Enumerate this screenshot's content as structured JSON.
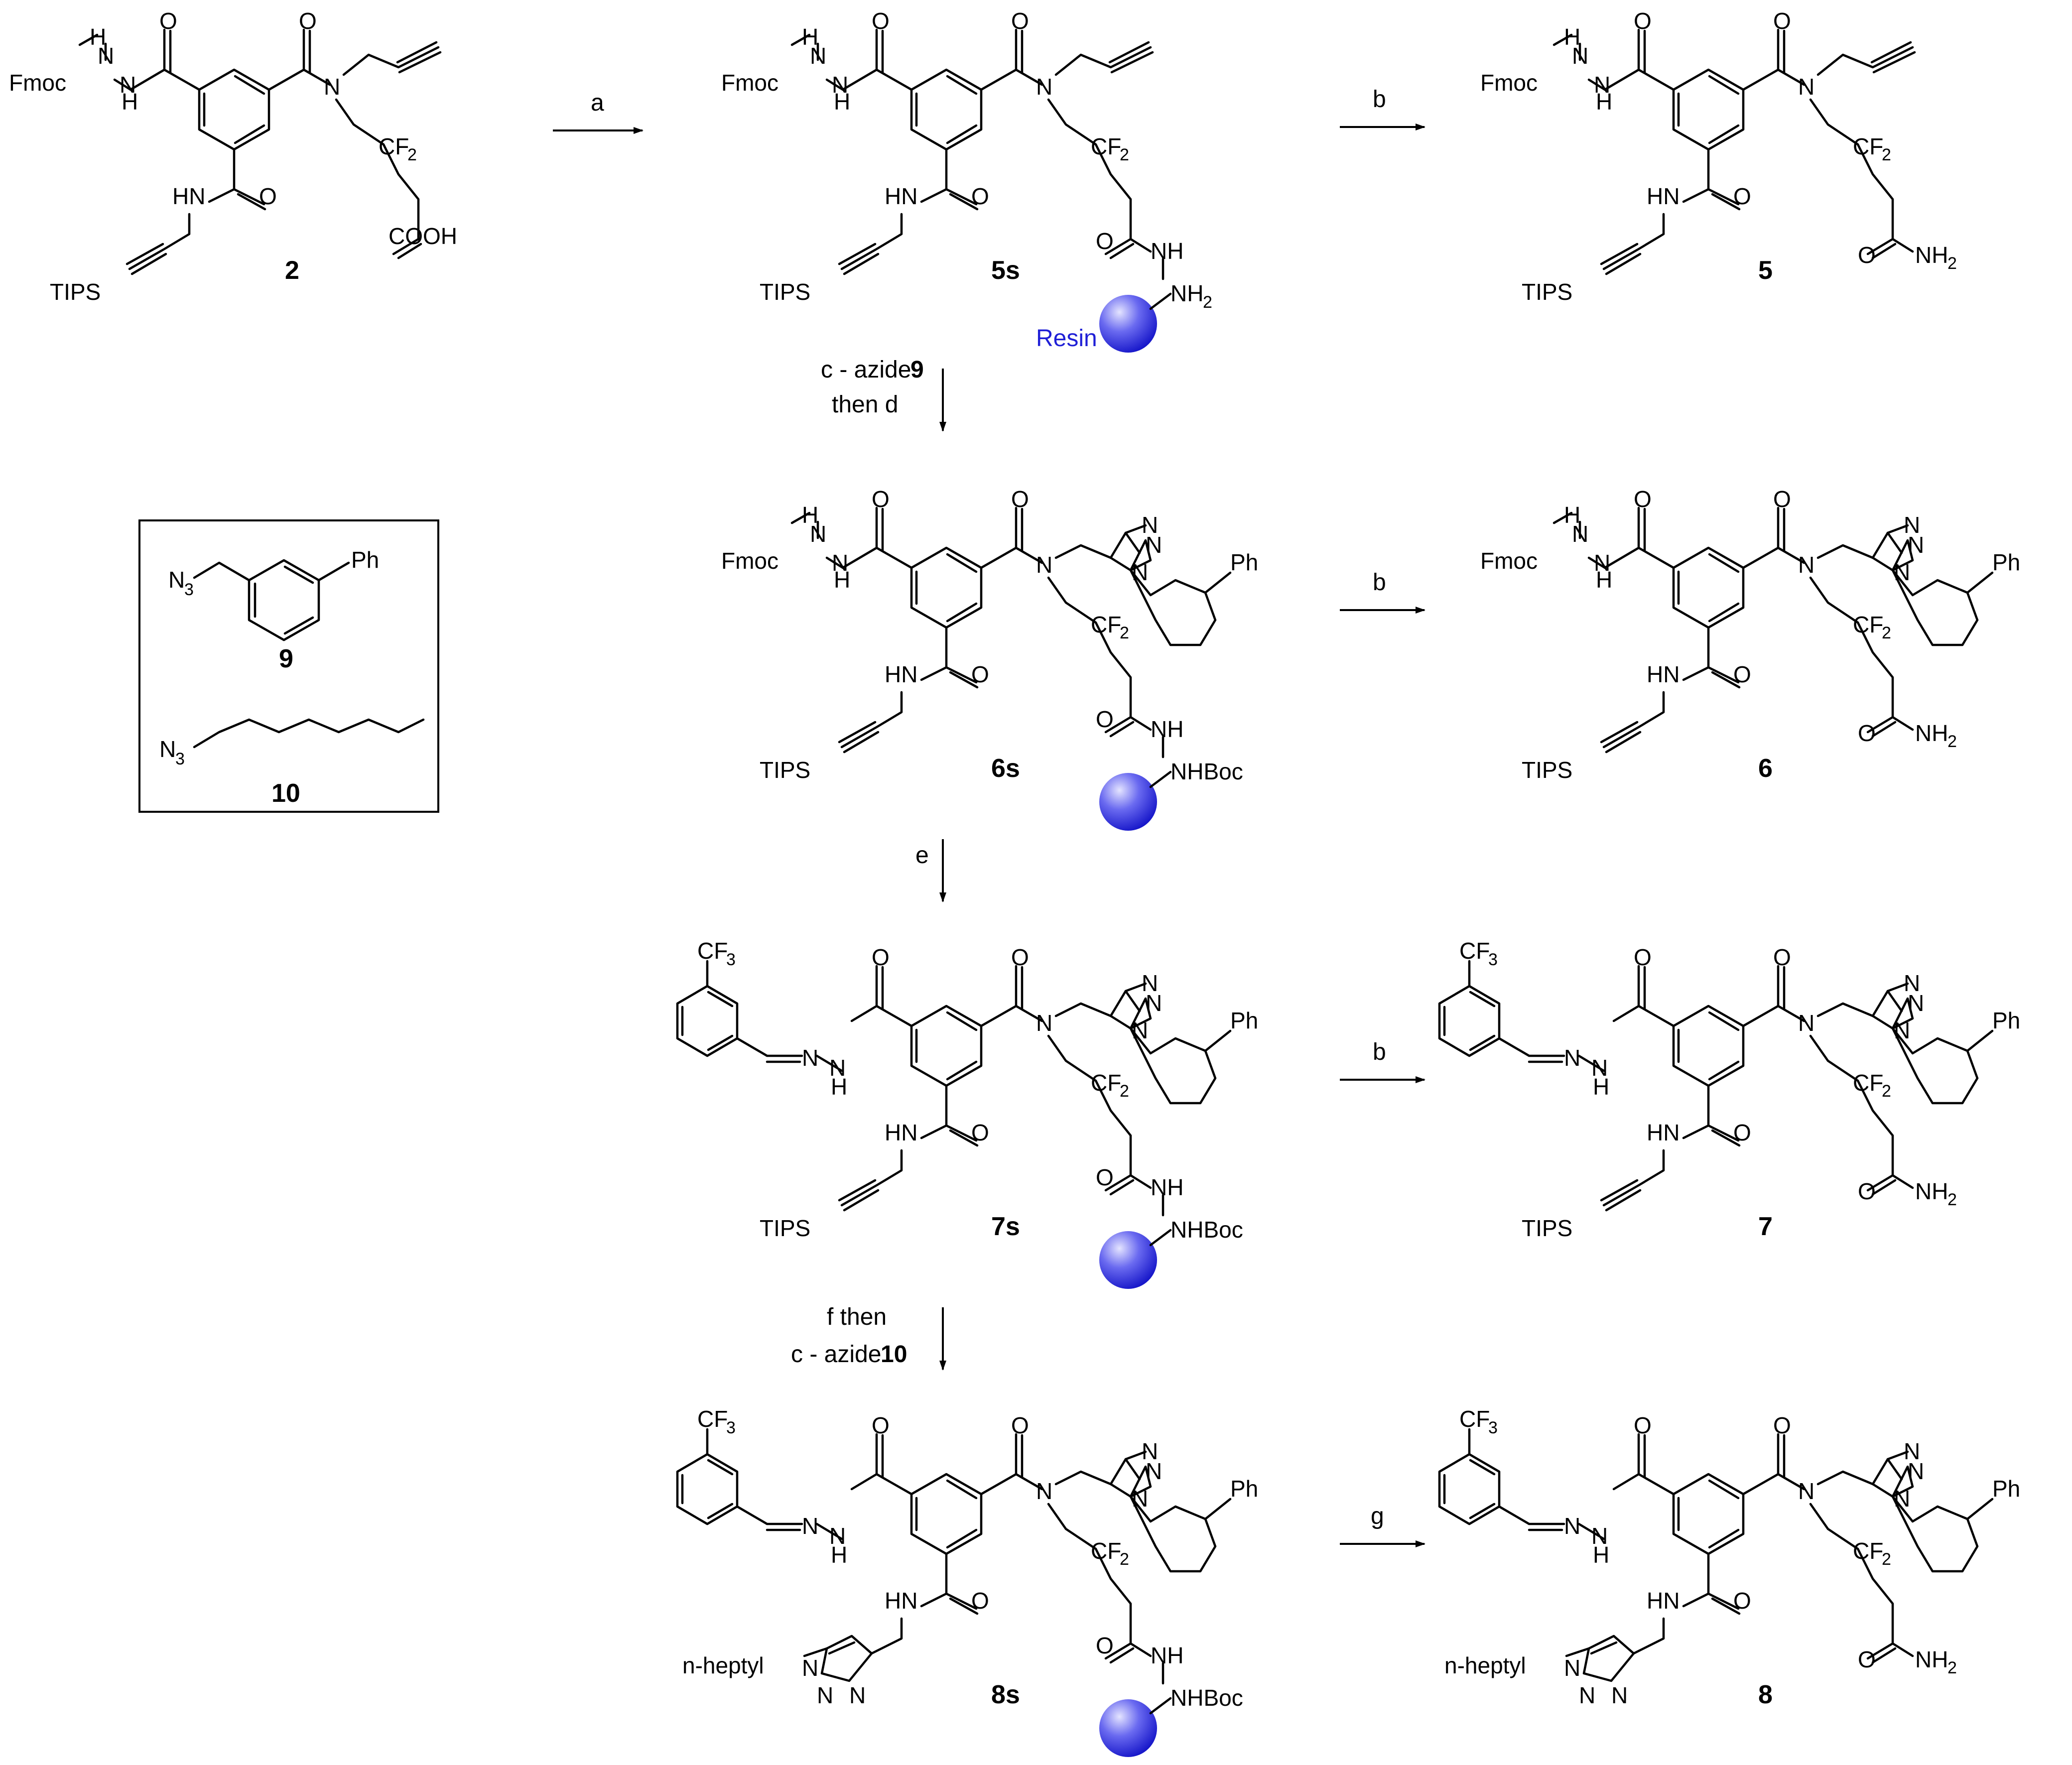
{
  "colors": {
    "resin_text": "#1f1fd6",
    "resin_bead_light": "#d9d9ff",
    "resin_bead_dark": "#1a1ad9"
  },
  "compounds": {
    "c2": "2",
    "c5s": "5s",
    "c5": "5",
    "c6s": "6s",
    "c6": "6",
    "c7s": "7s",
    "c7": "7",
    "c8s": "8s",
    "c8": "8",
    "c9": "9",
    "c10": "10"
  },
  "arrows": {
    "a": "a",
    "b1": "b",
    "b2": "b",
    "b3": "b",
    "g": "g",
    "c_azide_9_pre": "c - azide ",
    "c_azide_9_num": "9",
    "then_d": "then d",
    "e": "e",
    "f_then": "f then",
    "c_azide_10_pre": "c - azide ",
    "c_azide_10_num": "10"
  },
  "labels": {
    "fmoc": "Fmoc",
    "tips": "TIPS",
    "cooh": "COOH",
    "resin": "Resin",
    "nh2": "NH",
    "nhboc": "NHBoc",
    "nh": "NH",
    "hn": "HN",
    "h": "H",
    "n": "N",
    "o": "O",
    "cf": "CF",
    "f2": "2",
    "cf3_sub": "3",
    "ph": "Ph",
    "n3": "N",
    "n3_sub": "3",
    "nheptyl": "n-heptyl",
    "two": "2"
  }
}
